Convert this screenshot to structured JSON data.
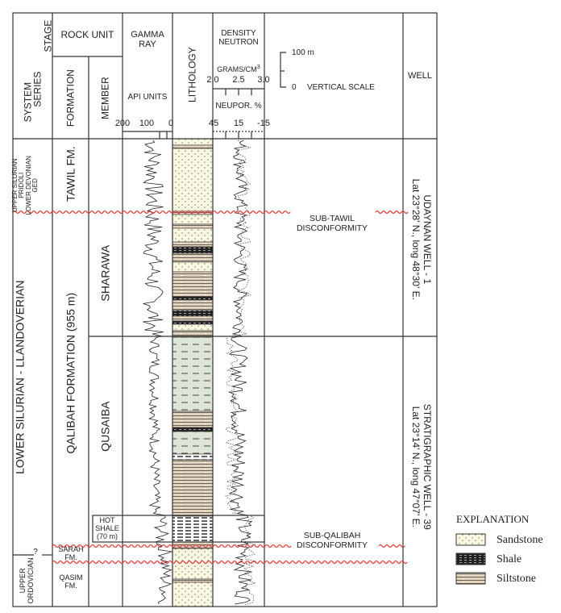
{
  "header": {
    "system": "SYSTEM",
    "series": "SERIES",
    "stage": "STAGE",
    "rock_unit": "ROCK UNIT",
    "formation": "FORMATION",
    "member": "MEMBER",
    "gamma_ray": "GAMMA RAY",
    "api_units": "API UNITS",
    "gamma_ticks": [
      "200",
      "100",
      "0"
    ],
    "lithology": "LITHOLOGY",
    "density_neutron": "DENSITY NEUTRON",
    "grams": "GRAMS/CM",
    "grams_sup": "3",
    "density_ticks": [
      "2.0",
      "2.5",
      "3.0"
    ],
    "neupor": "NEUPOR. %",
    "neutron_ticks": [
      "45",
      "15",
      "-15"
    ],
    "scale_top": "100 m",
    "scale_bottom": "0",
    "scale_label": "VERTICAL SCALE",
    "well": "WELL"
  },
  "systems": {
    "lower_silurian": "LOWER SILURIAN - LLANDOVERIAN",
    "upper_silurian": "UPPER SILURIAN",
    "pridoli": "PRIDOLI",
    "lower_devonian": "LOWER DEVONIAN",
    "ged": "GED",
    "upper_ordovician": "UPPER ORDOVICIAN",
    "question": "?"
  },
  "formations": {
    "tawil": "TAWIL FM.",
    "qalibah": "QALIBAH FORMATION (955 m)",
    "sarah": "SARAH FM.",
    "qasim": "QASIM FM."
  },
  "members": {
    "sharawa": "SHARAWA",
    "qusaiba": "QUSAIBA",
    "hot_shale": "HOT SHALE (70 m)"
  },
  "disconformities": {
    "sub_tawil": "SUB-TAWIL DISCONFORMITY",
    "sub_qalibah": "SUB-QALIBAH DISCONFORMITY"
  },
  "wells": {
    "udaynan_name": "UDAYNAN WELL - 1",
    "udaynan_loc": "Lat 23°28' N., long 48°30' E.",
    "strat_name": "STRATIGRAPHIC WELL - 39",
    "strat_loc": "Lat 23°14' N., long 47°07' E."
  },
  "explanation": {
    "title": "EXPLANATION",
    "items": [
      "Sandstone",
      "Shale",
      "Siltstone"
    ]
  },
  "colors": {
    "sandstone": "#fbf8e2",
    "siltstone": "#e3d3bd",
    "shale_green": "#dde5d6",
    "disconformity": "#e23b3b"
  }
}
